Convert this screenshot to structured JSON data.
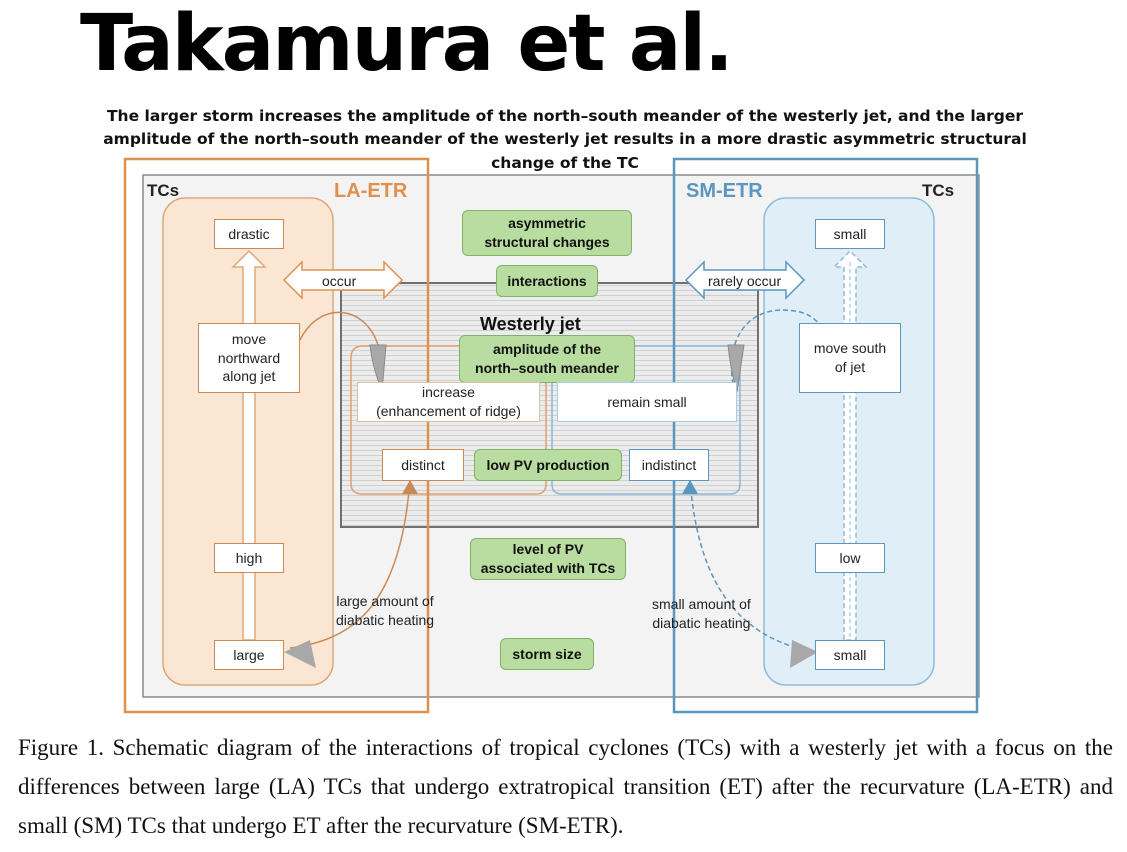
{
  "title": "Takamura et al.",
  "subtitle": "The larger storm increases the amplitude of the north–south meander of the westerly jet, and the larger amplitude of the north–south meander of the westerly jet results in a more drastic asymmetric structural change of the TC",
  "diagram": {
    "left_panel": {
      "tcs_label": "TCs",
      "header": "LA-ETR",
      "drastic": "drastic",
      "move_northward": "move\nnorthward\nalong jet",
      "high": "high",
      "large": "large",
      "occur": "occur",
      "increase": "increase\n(enhancement of ridge)",
      "distinct": "distinct",
      "heating": "large amount of\ndiabatic heating"
    },
    "right_panel": {
      "tcs_label": "TCs",
      "header": "SM-ETR",
      "small_top": "small",
      "move_south": "move south\nof jet",
      "low": "low",
      "small_bottom": "small",
      "rarely_occur": "rarely occur",
      "remain_small": "remain small",
      "indistinct": "indistinct",
      "heating": "small amount of\ndiabatic heating"
    },
    "center": {
      "westerly_jet": "Westerly jet",
      "asymmetric": "asymmetric\nstructural changes",
      "interactions": "interactions",
      "amplitude": "amplitude of the\nnorth–south meander",
      "low_pv": "low PV production",
      "level_pv": "level of PV\nassociated with TCs",
      "storm_size": "storm size"
    },
    "colors": {
      "orange": "#e0904e",
      "blue": "#5a96be",
      "green": "#b9dca0",
      "jet_gray": "#dcdcdc"
    }
  },
  "caption": "Figure 1. Schematic diagram of the interactions of tropical cyclones (TCs) with a westerly jet with a focus on the differences between large (LA) TCs that undergo extratropical transition (ET) after the recurvature (LA-ETR) and small (SM) TCs that undergo ET after the recurvature (SM-ETR)."
}
